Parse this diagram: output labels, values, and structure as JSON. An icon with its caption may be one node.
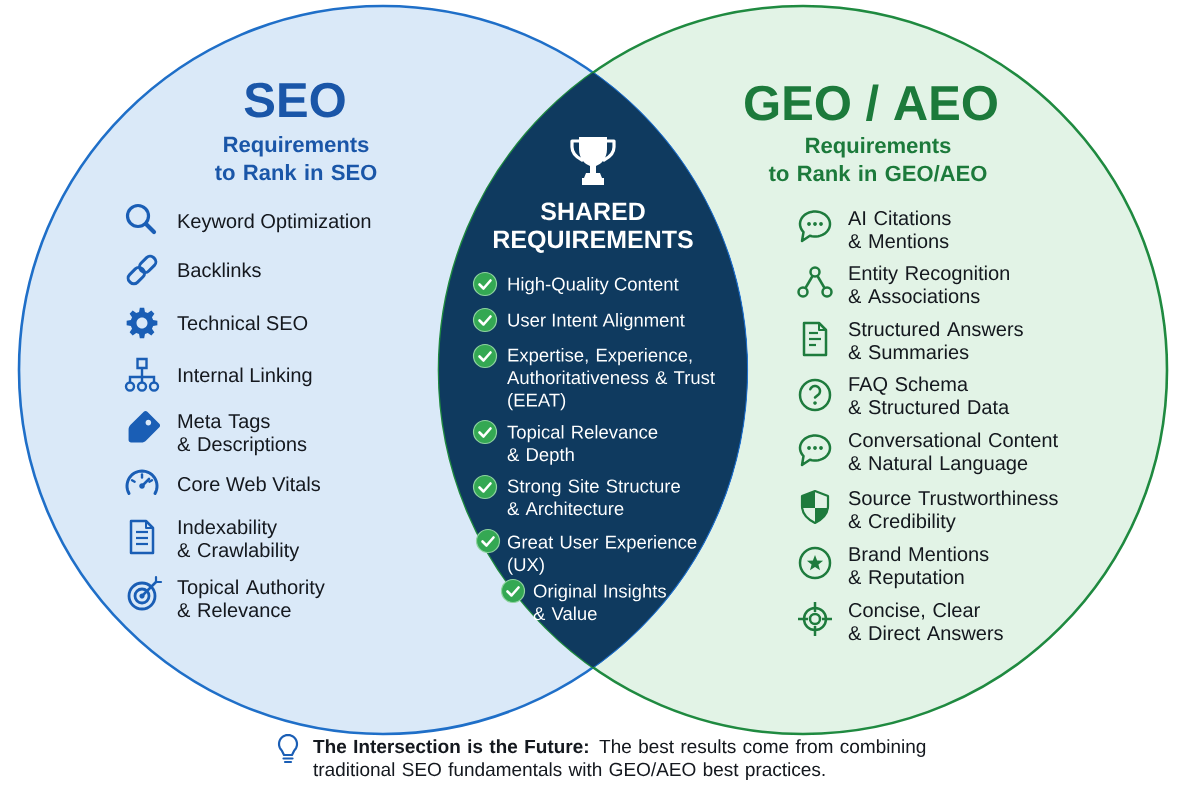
{
  "diagram": {
    "nodes": [
      {
        "text": [
          "SEO",
          "Requirements to Rank in SEO",
          "Keyword Optimization",
          "Backlinks",
          "Technical SEO",
          "Internal Linking",
          "Meta Tags & Descriptions",
          "Core Web Vitals",
          "Indexability & Crawlability",
          "Topical Authority & Relevance"
        ]
      },
      {
        "text": [
          "SHARED REQUIREMENTS",
          "High-Quality Content",
          "User Intent Alignment",
          "Expertise, Experience, Authoritativeness & Trust (EEAT)",
          "Topical Relevance & Depth",
          "Strong Site Structure & Architecture",
          "Great User Experience (UX)",
          "Original Insights & Value"
        ]
      },
      {
        "text": [
          "GEO / AEO",
          "Requirements to Rank in GEO/AEO",
          "AI Citations & Mentions",
          "Entity Recognition & Associations",
          "Structured Answers & Summaries",
          "FAQ Schema & Structured Data",
          "Conversational Content & Natural Language",
          "Source Trustworthiness & Credibility",
          "Brand Mentions & Reputation",
          "Concise, Clear & Direct Answers"
        ]
      }
    ],
    "caption": "**The Intersection is the Future:** The best results come from combining traditional SEO fundamentals with GEO/AEO best practices."
  }
}
